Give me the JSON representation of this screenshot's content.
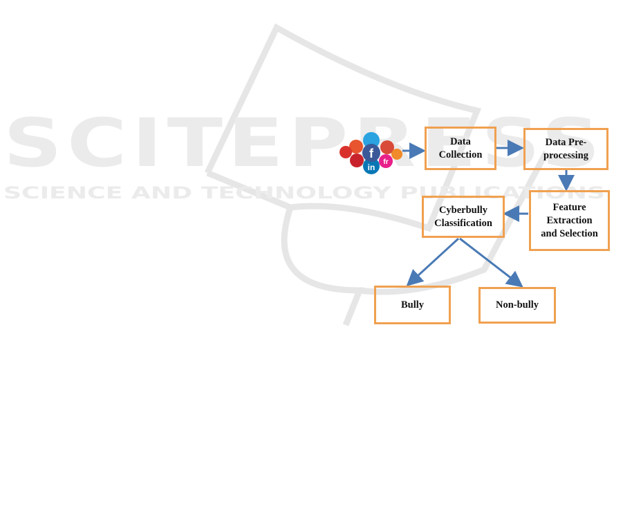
{
  "watermark": {
    "title": "SCITEPRESS",
    "subtitle": "SCIENCE AND TECHNOLOGY PUBLICATIONS"
  },
  "diagram": {
    "source_icons": [
      "twitter",
      "stumbleupon",
      "youtube",
      "facebook",
      "google-plus",
      "blogger",
      "pinterest",
      "linkedin",
      "fr"
    ],
    "nodes": {
      "data_collection": "Data\nCollection",
      "preprocessing": "Data Pre-\nprocessing",
      "feature": "Feature\nExtraction\nand Selection",
      "classification": "Cyberbully\nClassification",
      "bully": "Bully",
      "nonbully": "Non-bully"
    },
    "colors": {
      "box_border": "#f0a050",
      "arrow": "#4a7ab5",
      "watermark": "#e4e4e4"
    }
  }
}
